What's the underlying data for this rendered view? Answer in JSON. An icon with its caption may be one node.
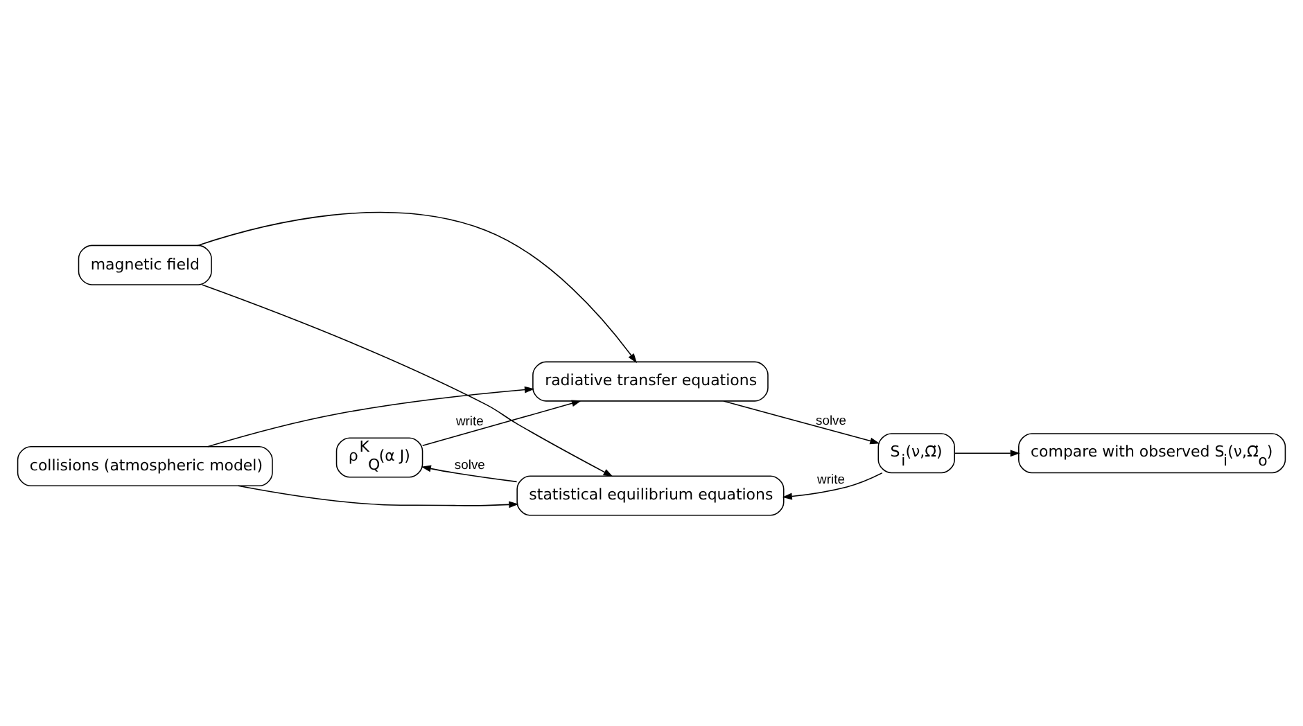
{
  "diagram": {
    "nodes": [
      {
        "text": [
          "radiative transfer equations"
        ]
      },
      {
        "text": [
          "S$_{i}$(ν,Ω⃗)"
        ]
      },
      {
        "text": [
          "statistical equilibrium equations"
        ]
      },
      {
        "text": [
          "ρ$^{K}$$_{Q}$(α J)"
        ]
      },
      {
        "text": [
          "collisions (atmospheric model)"
        ]
      },
      {
        "text": [
          "magnetic field"
        ]
      },
      {
        "text": [
          "compare with observed S$_{i}$(ν,Ω⃗$_{o}$)"
        ]
      }
    ],
    "edges": [
      {
        "from": 0,
        "to": 1,
        "arrow": "to",
        "label": "solve"
      },
      {
        "from": 1,
        "to": 2,
        "arrow": "to",
        "label": "write"
      },
      {
        "from": 2,
        "to": 3,
        "arrow": "to",
        "label": "solve"
      },
      {
        "from": 3,
        "to": 0,
        "arrow": "to",
        "label": "write"
      },
      {
        "from": 1,
        "to": 6,
        "arrow": "to"
      },
      {
        "from": 4,
        "to": 0,
        "arrow": "to"
      },
      {
        "from": 4,
        "to": 2,
        "arrow": "to"
      },
      {
        "from": 5,
        "to": 0,
        "arrow": "to"
      },
      {
        "from": 5,
        "to": 2,
        "arrow": "to"
      }
    ]
  }
}
